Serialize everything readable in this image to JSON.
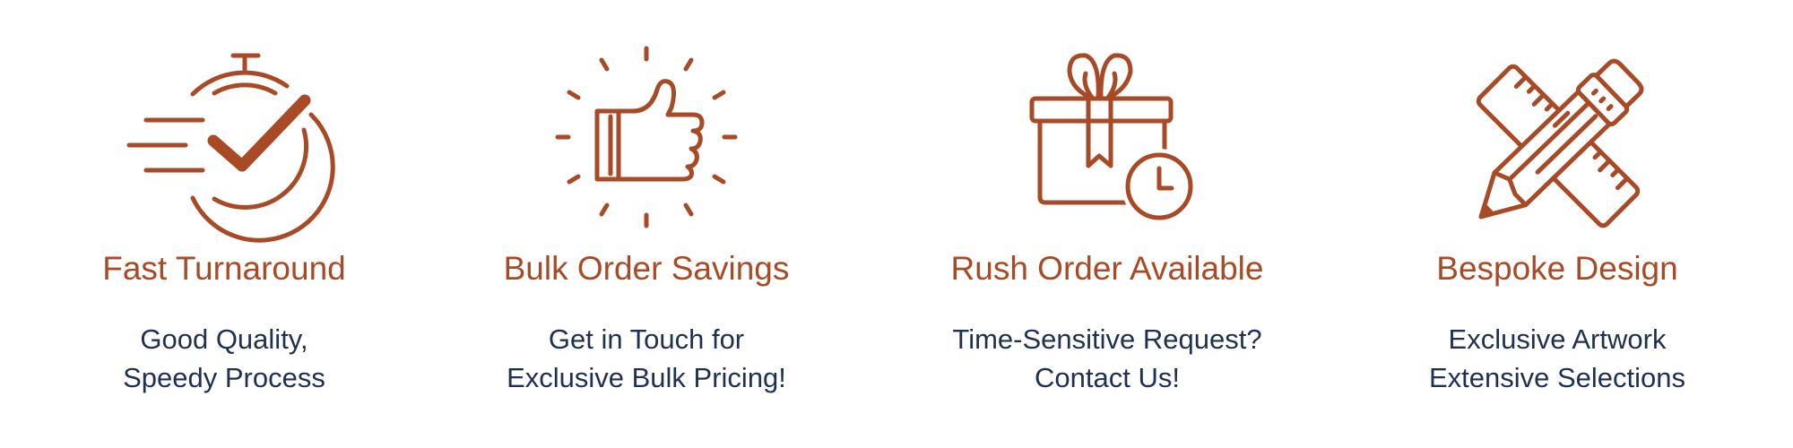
{
  "colors": {
    "accent": "#A84A26",
    "text": "#1F3050",
    "background": "#FFFFFF"
  },
  "features": [
    {
      "icon": "stopwatch-check-icon",
      "title": "Fast Turnaround",
      "lines": [
        "Good Quality,",
        "Speedy Process"
      ]
    },
    {
      "icon": "thumbs-up-icon",
      "title": "Bulk Order Savings",
      "lines": [
        "Get in Touch for",
        "Exclusive Bulk Pricing!"
      ]
    },
    {
      "icon": "gift-clock-icon",
      "title": "Rush Order Available",
      "lines": [
        "Time-Sensitive Request?",
        "Contact Us!"
      ]
    },
    {
      "icon": "pencil-ruler-icon",
      "title": "Bespoke Design",
      "lines": [
        "Exclusive Artwork",
        "Extensive Selections"
      ]
    }
  ]
}
